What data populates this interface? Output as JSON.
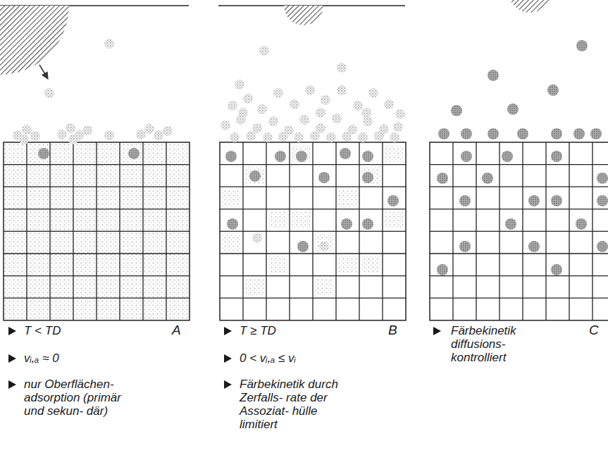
{
  "diagram": {
    "labels": [
      "T < TD",
      "A",
      "vᵢ,ₐ ≈ 0",
      "nur Oberflächen- adsorption (primär und sekun- där)",
      "T ≥ TD",
      "B",
      "0 < vᵢ,ₐ ≤ vᵢ",
      "Färbekinetik durch Zerfalls- rate der Assoziat- hülle limitiert",
      "Färbekinetik diffusions- kontrolliert",
      "C"
    ]
  }
}
